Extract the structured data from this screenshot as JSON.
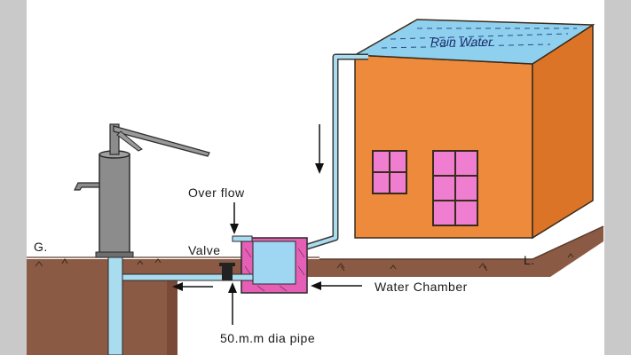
{
  "labels": {
    "rain_water": "Rain Water",
    "over_flow": "Over flow",
    "valve": "Valve",
    "water_chamber": "Water Chamber",
    "pipe": "50.m.m dia pipe",
    "ground_left": "G.",
    "ground_right": "L."
  },
  "colors": {
    "side_band": "#c9c9c9",
    "soil": "#8a5a44",
    "house_front": "#ee8a3c",
    "house_side": "#dc7428",
    "roof_water": "#8fd0ee",
    "windows": "#f07ed0",
    "chamber_wall": "#e55fb6",
    "chamber_water": "#9fd6f2",
    "pipe": "#a9dcef",
    "pump": "#8c8c8c"
  }
}
